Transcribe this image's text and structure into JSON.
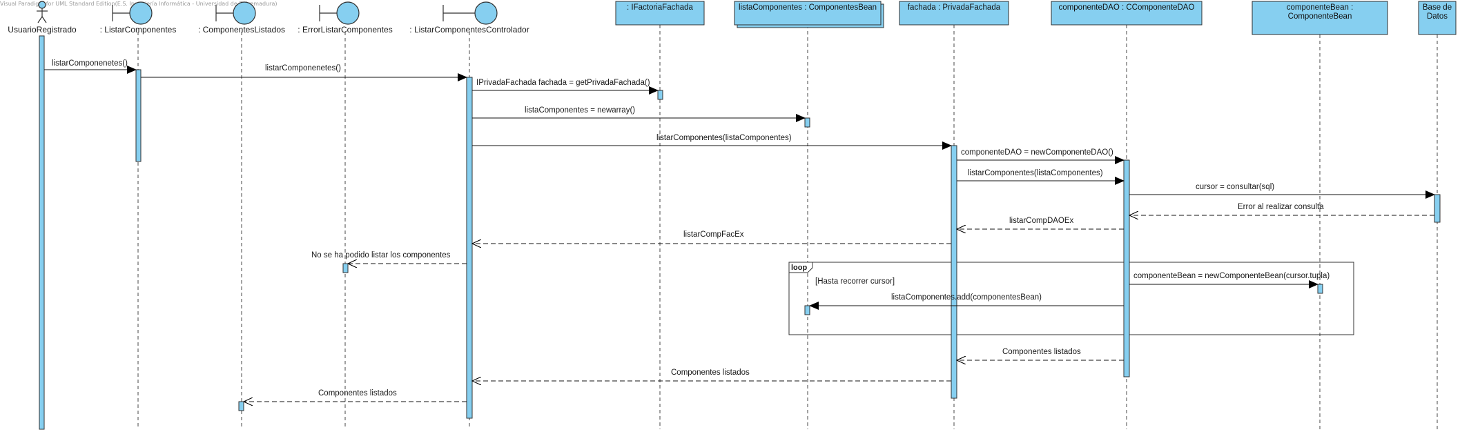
{
  "watermark": "Visual Paradigm for UML Standard Edition(E.S. Ingeniería Informática - Universidad de Extremadura)",
  "actor": {
    "label": "UsuarioRegistrado"
  },
  "boundaries": [
    {
      "label": ": ListarComponentes"
    },
    {
      "label": ": ComponentesListados"
    },
    {
      "label": ": ErrorListarComponentes"
    },
    {
      "label": ": ListarComponentesControlador"
    }
  ],
  "objects": [
    {
      "label": ": IFactoriaFachada"
    },
    {
      "label": "listaComponentes : ComponentesBean"
    },
    {
      "label": "fachada : PrivadaFachada"
    },
    {
      "label": "componenteDAO : CComponenteDAO"
    },
    {
      "label_line1": "componenteBean :",
      "label_line2": "ComponenteBean"
    },
    {
      "label_line1": "Base de",
      "label_line2": "Datos"
    }
  ],
  "messages": [
    {
      "text": "listarComponenetes()",
      "kind": "call"
    },
    {
      "text": "listarComponenetes()",
      "kind": "call"
    },
    {
      "text": "IPrivadaFachada fachada = getPrivadaFachada()",
      "kind": "call"
    },
    {
      "text": "listaComponentes = newarray()",
      "kind": "call"
    },
    {
      "text": "listarComponentes(listaComponentes)",
      "kind": "call"
    },
    {
      "text": "componenteDAO = newComponenteDAO()",
      "kind": "call"
    },
    {
      "text": "listarComponentes(listaComponentes)",
      "kind": "call"
    },
    {
      "text": "cursor = consultar(sql)",
      "kind": "call"
    },
    {
      "text": "Error al realizar consulta",
      "kind": "return"
    },
    {
      "text": "listarCompDAOEx",
      "kind": "return"
    },
    {
      "text": "listarCompFacEx",
      "kind": "return"
    },
    {
      "text": "No se ha podido listar los componentes",
      "kind": "return"
    },
    {
      "text": "componenteBean = newComponenteBean(cursor.tupla)",
      "kind": "call"
    },
    {
      "text": "listaComponentes.add(componentesBean)",
      "kind": "call"
    },
    {
      "text": "Componentes listados",
      "kind": "return"
    },
    {
      "text": "Componentes listados",
      "kind": "return"
    },
    {
      "text": "Componentes listados",
      "kind": "return"
    }
  ],
  "loop_fragment": {
    "keyword": "loop",
    "guard": "[Hasta recorrer cursor]"
  }
}
